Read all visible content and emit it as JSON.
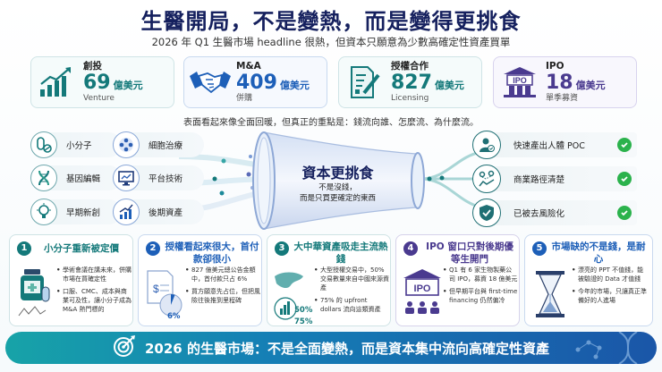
{
  "header": {
    "title": "生醫開局，不是變熱，而是變得更挑食",
    "subtitle": "2026 年 Q1 生醫市場 headline 很熱，但資本只願意為少數高確定性資產買單"
  },
  "stats": [
    {
      "label": "創投",
      "value": "69",
      "unit": "億美元",
      "sub": "Venture",
      "icon": "growth-chart-icon",
      "color": "#14797a"
    },
    {
      "label": "M&A",
      "value": "409",
      "unit": "億美元",
      "sub": "併購",
      "icon": "handshake-icon",
      "color": "#1d5fb8"
    },
    {
      "label": "授權合作",
      "value": "827",
      "unit": "億美元",
      "sub": "Licensing",
      "icon": "contract-icon",
      "color": "#14797a"
    },
    {
      "label": "IPO",
      "value": "18",
      "unit": "億美元",
      "sub": "單季募資",
      "icon": "ipo-building-icon",
      "color": "#4a3a8f"
    }
  ],
  "caption": "表面看起來像全面回暖，但真正的重點是：錢流向誰、怎麼流、為什麼流。",
  "inputs": [
    {
      "label": "小分子",
      "icon": "pill-capsule-icon"
    },
    {
      "label": "細胞治療",
      "icon": "cell-icon"
    },
    {
      "label": "基因編輯",
      "icon": "dna-icon"
    },
    {
      "label": "平台技術",
      "icon": "monitor-chart-icon"
    },
    {
      "label": "早期新創",
      "icon": "lightbulb-icon"
    },
    {
      "label": "後期資產",
      "icon": "bar-growth-icon"
    }
  ],
  "funnel": {
    "title": "資本更挑食",
    "sub_line1": "不是沒錢，",
    "sub_line2": "而是只買更確定的東西"
  },
  "outputs": [
    {
      "label": "快速產出人體 POC",
      "icon": "person-check-icon"
    },
    {
      "label": "商業路徑清楚",
      "icon": "route-map-icon"
    },
    {
      "label": "已被去風險化",
      "icon": "shield-check-icon"
    }
  ],
  "cards": [
    {
      "num": "1",
      "title": "小分子重新被定價",
      "bullets": [
        "學術會議在講未來，併購市場在買確定性",
        "口服、CMC、成本與商業可及性，讓小分子成為 M&A 熱門標的"
      ]
    },
    {
      "num": "2",
      "title": "授權看起來很大，首付款卻很小",
      "bullets": [
        "827 億美元總公告金額中，首付款只占 6%",
        "買方願意先占位，但把風險往後推到里程碑"
      ],
      "pct": "6%"
    },
    {
      "num": "3",
      "title": "大中華資產吸走主流熱錢",
      "bullets": [
        "大型授權交易中，50% 交易數量來自中國來源資產",
        "75% 的 upfront dollars 流向這類資產"
      ],
      "pct1": "50%",
      "pct2": "75%"
    },
    {
      "num": "4",
      "title": "IPO 窗口只對後期優等生開門",
      "bullets": [
        "Q1 有 6 家生物製藥公司 IPO，募資 18 億美元",
        "但早期平台與 first-time financing 仍然偏冷"
      ],
      "ipo_label": "IPO"
    },
    {
      "num": "5",
      "title": "市場缺的不是錢，是耐心",
      "bullets": [
        "漂亮的 PPT 不值錢，能被驗證的 Data 才值錢",
        "今年的市場，只讓真正準備好的人進場"
      ]
    }
  ],
  "banner": {
    "text": "2026 的生醫市場：不是全面變熱，而是資本集中流向高確定性資產",
    "icon": "target-icon"
  },
  "colors": {
    "navy": "#15205e",
    "teal": "#14797a",
    "blue": "#1d5fb8",
    "purple": "#4a3a8f",
    "check_green": "#2bb24c"
  }
}
